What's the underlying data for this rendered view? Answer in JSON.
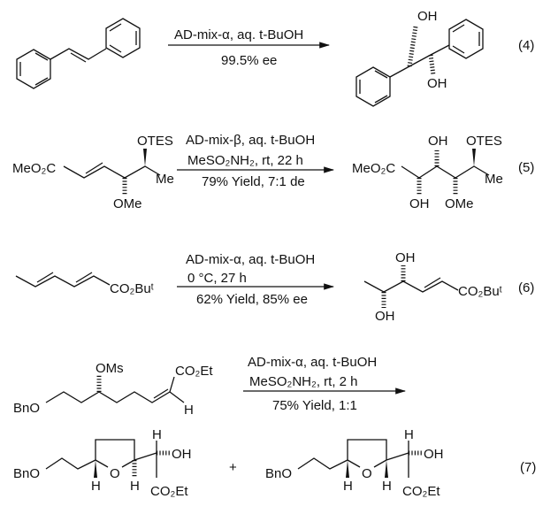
{
  "r4": {
    "number": "(4)",
    "reagents": "AD-mix-α, aq. t-BuOH",
    "result": "99.5% ee",
    "product": {
      "oh_top": "OH",
      "oh_bottom": "OH"
    }
  },
  "r5": {
    "number": "(5)",
    "reagents_1": "AD-mix-β, aq. t-BuOH",
    "reagents_2": "MeSO₂NH₂, rt, 22 h",
    "result": "79% Yield, 7:1 de",
    "start": {
      "ester": "MeO₂C",
      "otes": "OTES",
      "me": "Me",
      "ome": "OMe"
    },
    "product": {
      "ester": "MeO₂C",
      "oh_top": "OH",
      "oh_bottom": "OH",
      "otes": "OTES",
      "me": "Me",
      "ome": "OMe"
    }
  },
  "r6": {
    "number": "(6)",
    "reagents_1": "AD-mix-α, aq. t-BuOH",
    "reagents_2": "0 °C, 27 h",
    "result": "62% Yield, 85% ee",
    "start": {
      "ester": "CO₂Buᵗ"
    },
    "product": {
      "oh_top": "OH",
      "oh_bottom": "OH",
      "ester": "CO₂Buᵗ"
    }
  },
  "r7": {
    "number": "(7)",
    "reagents_1": "AD-mix-α, aq. t-BuOH",
    "reagents_2": "MeSO₂NH₂, rt, 2 h",
    "result": "75% Yield, 1:1",
    "start": {
      "bno": "BnO",
      "oms": "OMs",
      "ester": "CO₂Et",
      "h": "H"
    },
    "plus": "+",
    "product_a": {
      "bno": "BnO",
      "o": "O",
      "h1": "H",
      "h2": "H",
      "h3": "H",
      "oh": "OH",
      "ester": "CO₂Et"
    },
    "product_b": {
      "bno": "BnO",
      "o": "O",
      "h1": "H",
      "h2": "H",
      "h3": "H",
      "oh": "OH",
      "ester": "CO₂Et"
    }
  }
}
